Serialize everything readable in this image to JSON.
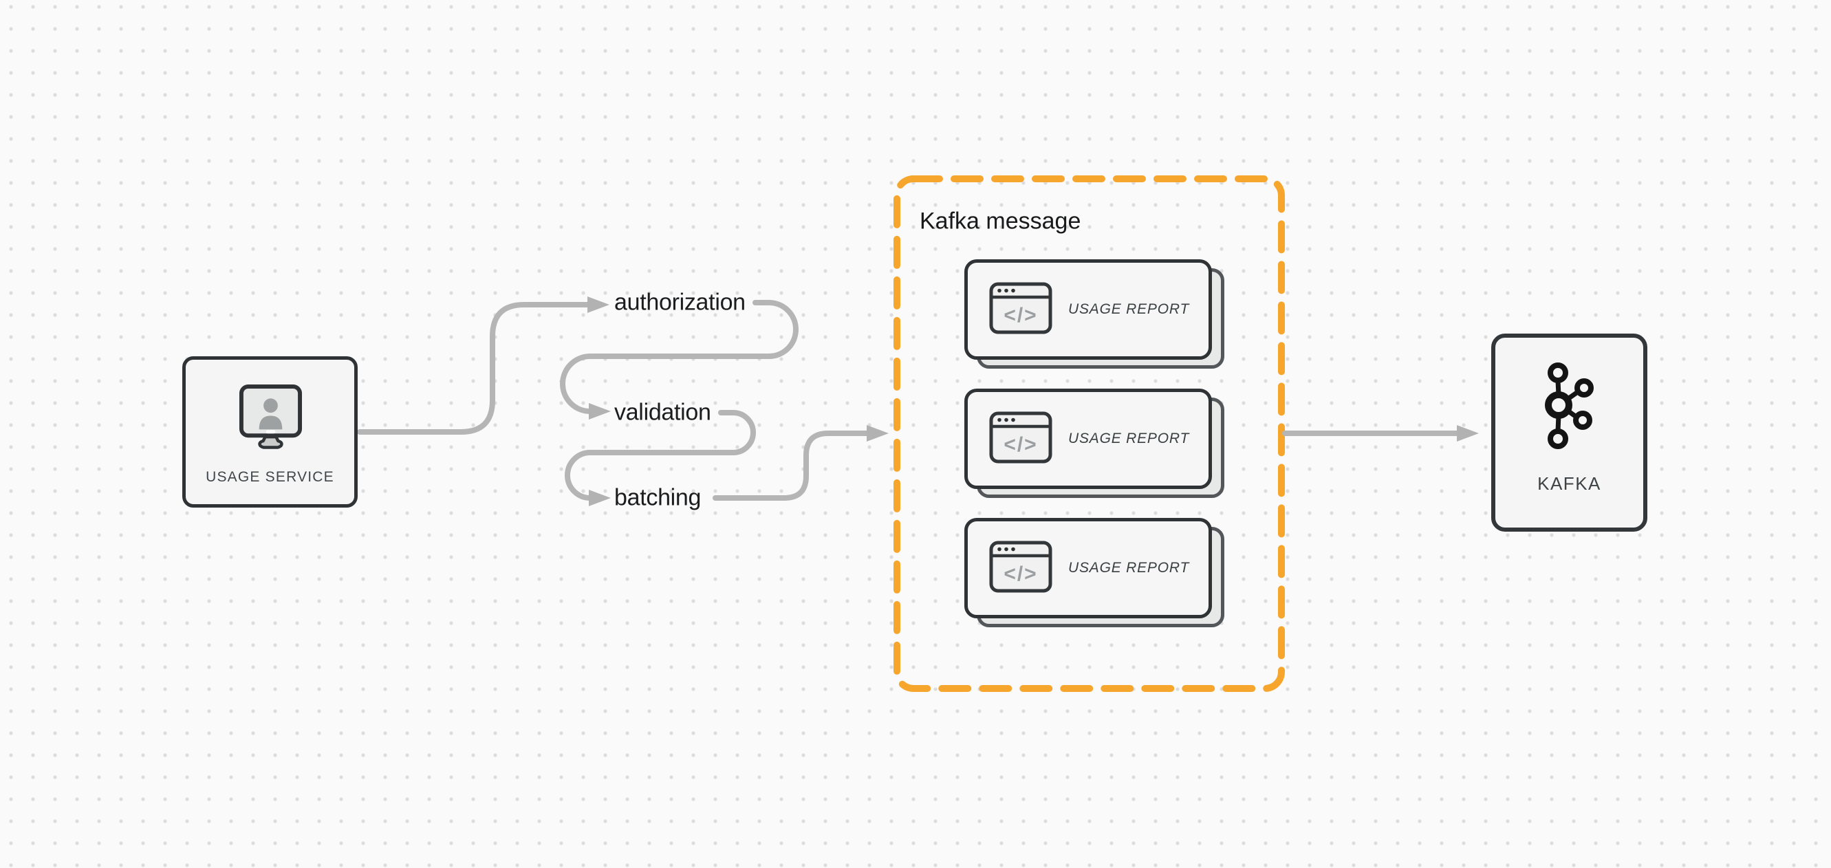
{
  "palette": {
    "background": "#fafafa",
    "grid_dot": "#dcdcdc",
    "arrow_gray": "#b5b5b5",
    "node_border": "#2f3336",
    "node_fill": "#f4f5f4",
    "card_shadow_border": "#53575a",
    "card_shadow_fill": "#e7e8e8",
    "accent_orange": "#f7a62d",
    "label_dark": "#1b1c1e",
    "label_muted": "#41464a"
  },
  "source_node": {
    "label": "USAGE SERVICE",
    "icon": "monitor-user-icon"
  },
  "pipeline": {
    "steps": [
      {
        "label": "authorization"
      },
      {
        "label": "validation"
      },
      {
        "label": "batching"
      }
    ]
  },
  "message_group": {
    "title": "Kafka message",
    "messages": [
      {
        "label": "USAGE REPORT",
        "icon": "code-window-icon"
      },
      {
        "label": "USAGE REPORT",
        "icon": "code-window-icon"
      },
      {
        "label": "USAGE REPORT",
        "icon": "code-window-icon"
      }
    ],
    "code_glyph": "</>"
  },
  "sink_node": {
    "label": "KAFKA",
    "icon": "kafka-logo-icon"
  }
}
